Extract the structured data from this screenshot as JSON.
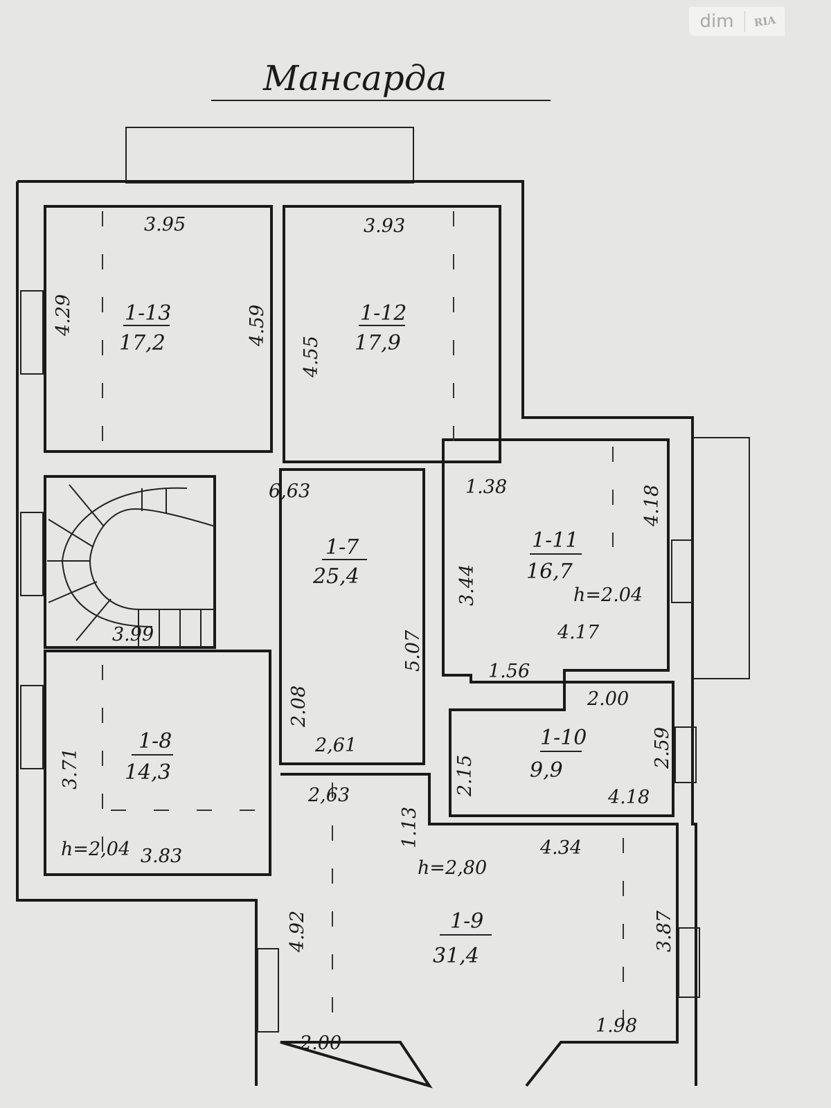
{
  "title": "Мансарда",
  "logo": {
    "left": "dim",
    "right": "RIA"
  },
  "rooms": [
    {
      "id": "1-13",
      "area": "17,2"
    },
    {
      "id": "1-12",
      "area": "17,9"
    },
    {
      "id": "1-7",
      "area": "25,4"
    },
    {
      "id": "1-11",
      "area": "16,7"
    },
    {
      "id": "1-10",
      "area": "9,9"
    },
    {
      "id": "1-8",
      "area": "14,3"
    },
    {
      "id": "1-9",
      "area": "31,4"
    }
  ],
  "dims": [
    "3.95",
    "3.93",
    "4.29",
    "4.59",
    "4.55",
    "6,63",
    "1.38",
    "4.18",
    "3.44",
    "h=2.04",
    "4.17",
    "5.07",
    "1.56",
    "3.99",
    "2.08",
    "2.00",
    "2.59",
    "3.71",
    "2,61",
    "2.15",
    "4.18",
    "2,63",
    "1.13",
    "h=2,04",
    "3.83",
    "h=2,80",
    "4.34",
    "4.92",
    "3.87",
    "2.00",
    "1.98"
  ]
}
